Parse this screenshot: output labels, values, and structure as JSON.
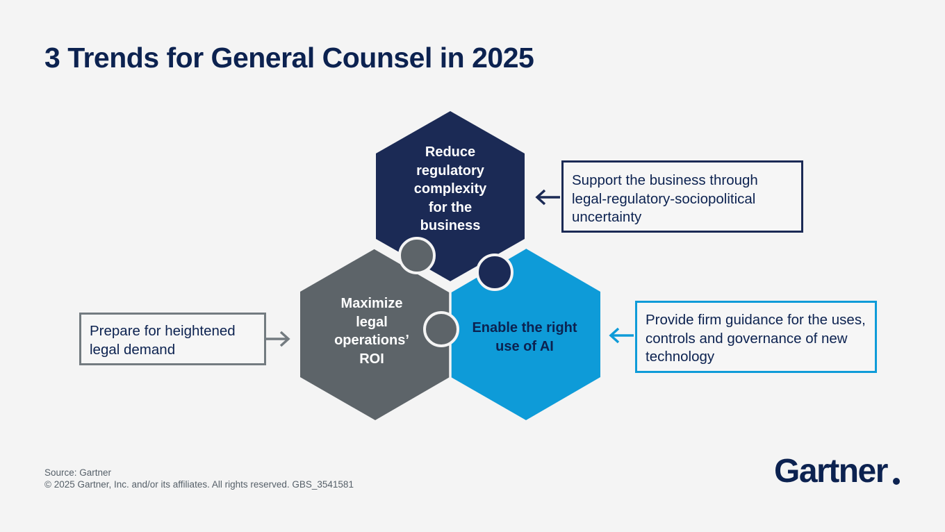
{
  "title": "3 Trends for General Counsel in 2025",
  "trends": [
    {
      "label": "Reduce regulatory complexity for the business",
      "callout": "Support the business through legal-regulatory-sociopolitical uncertainty",
      "color": "#1b2a55"
    },
    {
      "label": "Maximize legal operations’ ROI",
      "callout": "Prepare for heightened legal demand",
      "color": "#5d6469"
    },
    {
      "label": "Enable the right use of AI",
      "callout": "Provide firm guidance for the uses, controls and governance of new technology",
      "color": "#0e9bd8"
    }
  ],
  "colors": {
    "navy": "#1b2a55",
    "gray": "#5d6469",
    "blue": "#0e9bd8",
    "title": "#0c2250",
    "background": "#f4f4f4"
  },
  "footer": {
    "source": "Source: Gartner",
    "copyright": "© 2025 Gartner, Inc. and/or its affiliates. All rights reserved. GBS_3541581"
  },
  "logo": {
    "text": "Gartner",
    "mark": "registered-dot"
  }
}
